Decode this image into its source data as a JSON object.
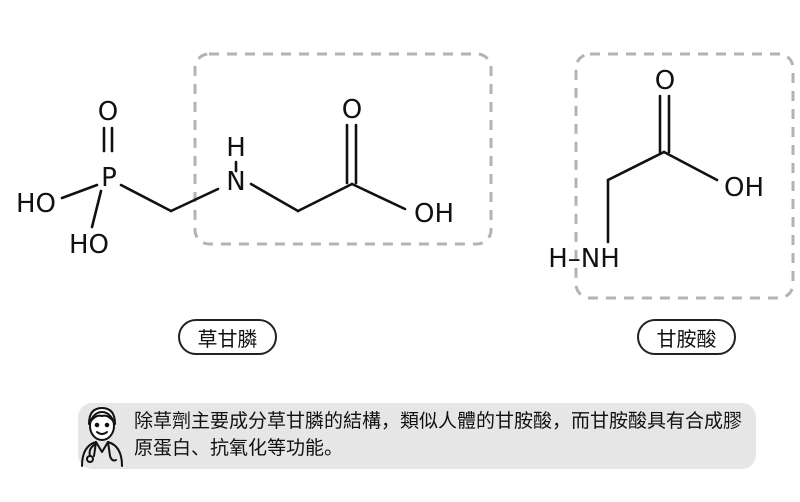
{
  "molecules": {
    "glyphosate": {
      "name": "草甘膦",
      "atoms": {
        "phosphorus": "P",
        "phosphoryl_oxygen": "O",
        "hydroxyl_upper": "HO",
        "hydroxyl_lower": "HO",
        "nitrogen": "N",
        "amine_hydrogen": "H",
        "carbonyl_oxygen": "O",
        "carboxyl_hydroxyl": "OH"
      }
    },
    "glycine": {
      "name": "甘胺酸",
      "atoms": {
        "carbonyl_oxygen": "O",
        "carboxyl_hydroxyl": "OH",
        "amine_group": "H–NH"
      }
    }
  },
  "note": {
    "text": "除草劑主要成分草甘膦的結構，類似人體的甘胺酸，而甘胺酸具有合成膠原蛋白、抗氧化等功能。",
    "icon": "doctor-icon"
  },
  "colors": {
    "dashed_box": "#b3b3b3",
    "note_background": "#e6e6e6",
    "ink": "#111111"
  }
}
